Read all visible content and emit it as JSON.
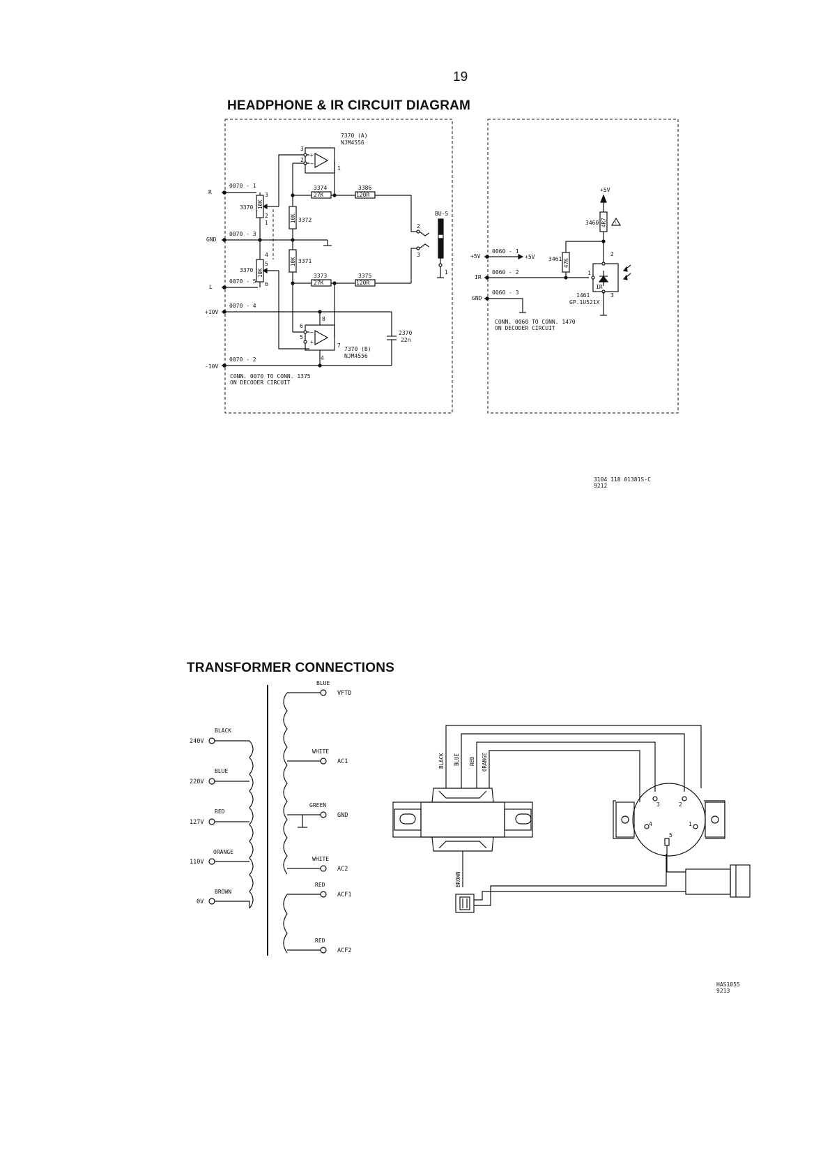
{
  "page_number": "19",
  "headphone_ir": {
    "title": "HEADPHONE & IR CIRCUIT DIAGRAM",
    "left_block": {
      "port_labels": [
        "R",
        "GND",
        "L",
        "+10V",
        "-10V"
      ],
      "connector_pins": [
        "0070 - 1",
        "0070 - 3",
        "0070 - 5",
        "0070 - 4",
        "0070 - 2"
      ],
      "opamp_a": {
        "ref": "7370 (A)",
        "part": "NJM4556",
        "pins": [
          "3",
          "2",
          "1"
        ]
      },
      "opamp_b": {
        "ref": "7370 (B)",
        "part": "NJM4556",
        "pins": [
          "6",
          "5",
          "7",
          "8",
          "4"
        ]
      },
      "pot_3370_top": {
        "ref": "3370",
        "value": "10K",
        "pins": [
          "3",
          "2",
          "1"
        ]
      },
      "pot_3370_bottom": {
        "ref": "3370",
        "value": "10K",
        "pins": [
          "4",
          "5",
          "6"
        ]
      },
      "r3372": {
        "ref": "3372",
        "value": "10K"
      },
      "r3371": {
        "ref": "3371",
        "value": "10K"
      },
      "r3374": {
        "ref": "3374",
        "value": "27K"
      },
      "r3386": {
        "ref": "3386",
        "value": "120R"
      },
      "r3373": {
        "ref": "3373",
        "value": "27K"
      },
      "r3375": {
        "ref": "3375",
        "value": "120R"
      },
      "c2370": {
        "ref": "2370",
        "value": "22n"
      },
      "jack": {
        "ref": "BU-5",
        "pins": [
          "2",
          "3",
          "1"
        ]
      },
      "note_line1": "CONN. 0070 TO CONN. 1375",
      "note_line2": "ON DECODER CIRCUIT"
    },
    "right_block": {
      "port_labels": [
        "+5V",
        "IR",
        "GND"
      ],
      "connector_pins": [
        "0060 - 1",
        "0060 - 2",
        "0060 - 3"
      ],
      "supply_label": "+5V",
      "supply_arrow_label": "+5V",
      "r3460": {
        "ref": "3460",
        "value": "4R7"
      },
      "r3461": {
        "ref": "3461",
        "value": "47K"
      },
      "ir_receiver": {
        "ref": "1461",
        "part": "GP.1U521X",
        "tag": "IR",
        "pins": [
          "1",
          "2",
          "3"
        ]
      },
      "note_line1": "CONN. 0060 TO CONN. 1470",
      "note_line2": "ON DECODER CIRCUIT"
    },
    "drawing_code_line1": "3104 118 01381S-C",
    "drawing_code_line2": "9212"
  },
  "transformer": {
    "title": "TRANSFORMER CONNECTIONS",
    "primary_taps": [
      {
        "voltage": "240V",
        "wire": "BLACK"
      },
      {
        "voltage": "220V",
        "wire": "BLUE"
      },
      {
        "voltage": "127V",
        "wire": "RED"
      },
      {
        "voltage": "110V",
        "wire": "ORANGE"
      },
      {
        "voltage": "0V",
        "wire": "BROWN"
      }
    ],
    "secondary_taps": [
      {
        "wire": "BLUE",
        "name": "VFTD"
      },
      {
        "wire": "WHITE",
        "name": "AC1"
      },
      {
        "wire": "GREEN",
        "name": "GND"
      },
      {
        "wire": "WHITE",
        "name": "AC2"
      },
      {
        "wire": "RED",
        "name": "ACF1"
      },
      {
        "wire": "RED",
        "name": "ACF2"
      }
    ],
    "wiring_wires": [
      "BLACK",
      "BLUE",
      "RED",
      "ORANGE",
      "BROWN"
    ],
    "selector_pins": [
      "3",
      "2",
      "4",
      "1",
      "5"
    ],
    "drawing_code_line1": "HAS1055",
    "drawing_code_line2": "9213"
  }
}
